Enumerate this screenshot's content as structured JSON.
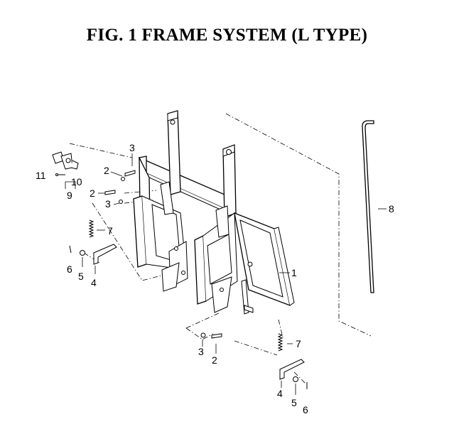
{
  "title": "FIG.  1  FRAME SYSTEM (L TYPE)",
  "callouts": {
    "c1": "1",
    "c2a": "2",
    "c2b": "2",
    "c2c": "2",
    "c3a": "3",
    "c3b": "3",
    "c3c": "3",
    "c4a": "4",
    "c4b": "4",
    "c5a": "5",
    "c5b": "5",
    "c6a": "6",
    "c6b": "6",
    "c7a": "7",
    "c7b": "7",
    "c8": "8",
    "c9": "9",
    "c10": "10",
    "c11": "11"
  }
}
